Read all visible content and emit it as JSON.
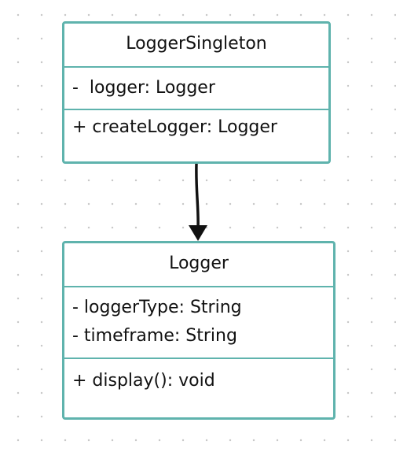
{
  "classes": [
    {
      "name": "LoggerSingleton",
      "attributes": [
        "-  logger: Logger"
      ],
      "methods": [
        "+ createLogger: Logger"
      ]
    },
    {
      "name": "Logger",
      "attributes": [
        "- loggerType: String",
        "- timeframe: String"
      ],
      "methods": [
        "+ display(): void"
      ]
    }
  ],
  "relationships": [
    {
      "from": "LoggerSingleton",
      "to": "Logger",
      "type": "association-arrow"
    }
  ],
  "colors": {
    "border": "#5fb3ad",
    "text": "#111111",
    "arrow": "#111111",
    "dots": "#c9c9c9"
  }
}
